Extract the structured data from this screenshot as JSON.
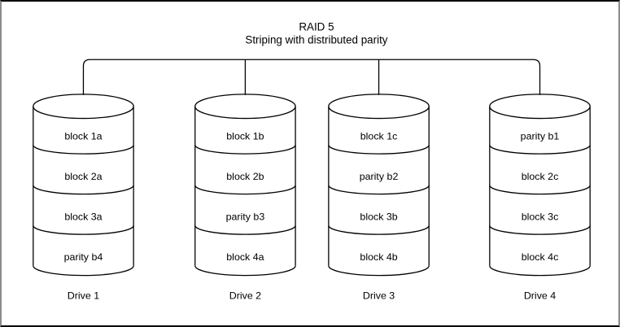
{
  "title": {
    "line1": "RAID 5",
    "line2": "Striping with distributed parity"
  },
  "drives": [
    {
      "label": "Drive 1",
      "blocks": [
        "block 1a",
        "block 2a",
        "block 3a",
        "parity b4"
      ]
    },
    {
      "label": "Drive 2",
      "blocks": [
        "block 1b",
        "block 2b",
        "parity b3",
        "block 4a"
      ]
    },
    {
      "label": "Drive 3",
      "blocks": [
        "block 1c",
        "parity b2",
        "block 3b",
        "block 4b"
      ]
    },
    {
      "label": "Drive 4",
      "blocks": [
        "parity b1",
        "block 2c",
        "block 3c",
        "block 4c"
      ]
    }
  ],
  "colors": {
    "line": "#000000",
    "background": "#ffffff",
    "border_horizontal": "#000000",
    "border_vertical": "#8c8c8c"
  }
}
